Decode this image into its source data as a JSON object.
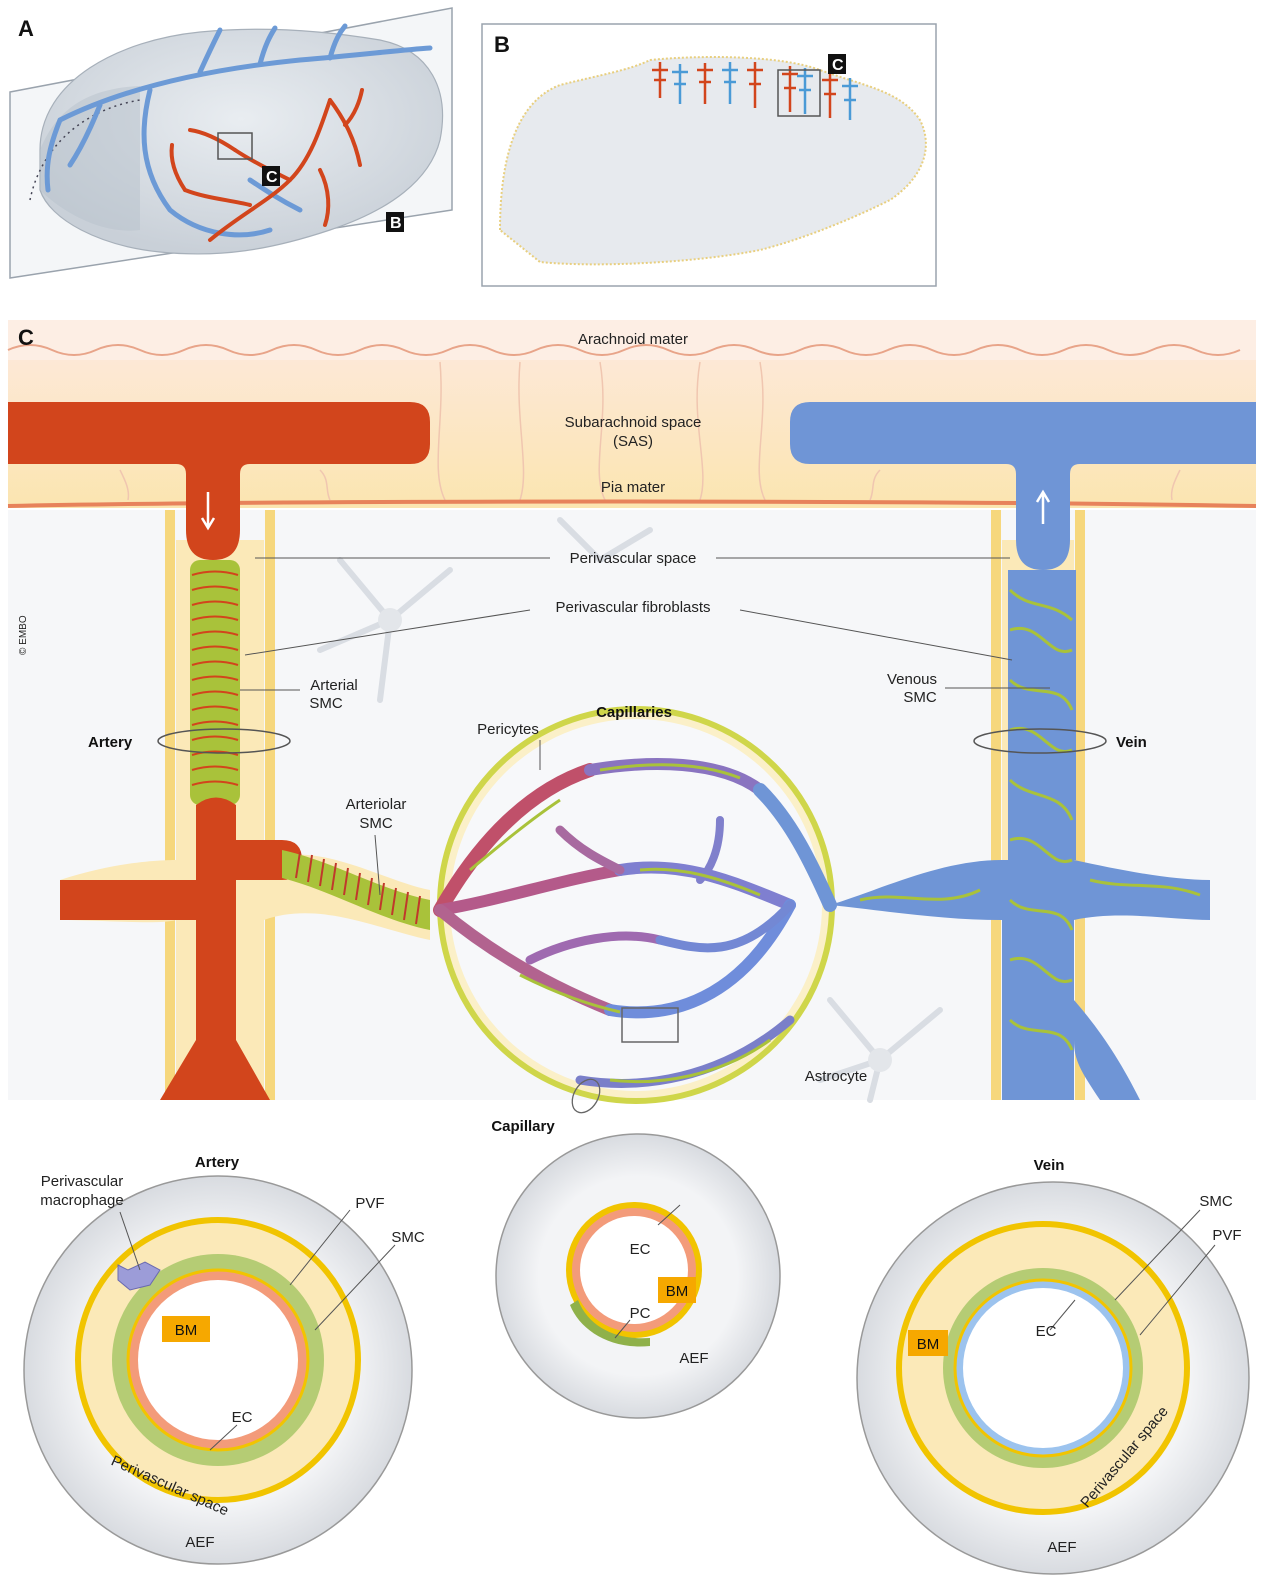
{
  "panels": {
    "a": "A",
    "b": "B",
    "c": "C"
  },
  "callouts": {
    "c": "C",
    "b": "B"
  },
  "labels": {
    "arachnoid": "Arachnoid mater",
    "sas_line1": "Subarachnoid space",
    "sas_line2": "(SAS)",
    "pia": "Pia mater",
    "perivascular_space": "Perivascular space",
    "perivascular_fibroblasts": "Perivascular fibroblasts",
    "arterial_smc_1": "Arterial",
    "arterial_smc_2": "SMC",
    "venous_smc_1": "Venous",
    "venous_smc_2": "SMC",
    "artery": "Artery",
    "vein": "Vein",
    "capillaries": "Capillaries",
    "pericytes": "Pericytes",
    "arteriolar_smc_1": "Arteriolar",
    "arteriolar_smc_2": "SMC",
    "astrocyte": "Astrocyte",
    "capillary": "Capillary",
    "copyright": "© EMBO"
  },
  "cross_sections": {
    "artery": {
      "title": "Artery",
      "macrophage_1": "Perivascular",
      "macrophage_2": "macrophage",
      "pvf": "PVF",
      "smc": "SMC",
      "bm": "BM",
      "ec": "EC",
      "space": "Perivascular space",
      "aef": "AEF"
    },
    "capillary": {
      "ec": "EC",
      "bm": "BM",
      "pc": "PC",
      "aef": "AEF"
    },
    "vein": {
      "title": "Vein",
      "smc": "SMC",
      "pvf": "PVF",
      "ec": "EC",
      "bm": "BM",
      "space": "Perivascular space",
      "aef": "AEF"
    }
  },
  "colors": {
    "artery": "#d2451c",
    "vein": "#6f95d6",
    "smc_green": "#a9c23a",
    "perivascular": "#fbe9b8",
    "bm_yellow": "#f1c400",
    "pericyte": "#a070a8"
  }
}
